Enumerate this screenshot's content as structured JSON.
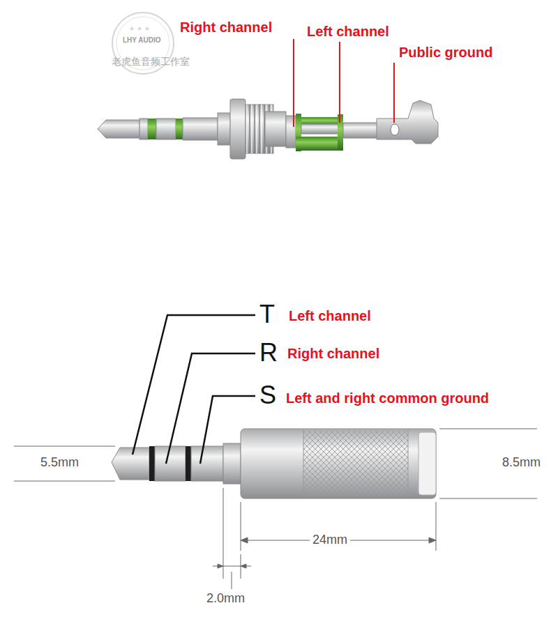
{
  "diagram": {
    "labels": [
      "Right channel",
      "Left channel",
      "Public ground",
      "LHY AUDIO",
      "老虎鱼音频工作室",
      "T",
      "Left channel",
      "R",
      "Right channel",
      "S",
      "Left and right common ground",
      "5.5mm",
      "8.5mm",
      "24mm",
      "2.0mm"
    ]
  }
}
